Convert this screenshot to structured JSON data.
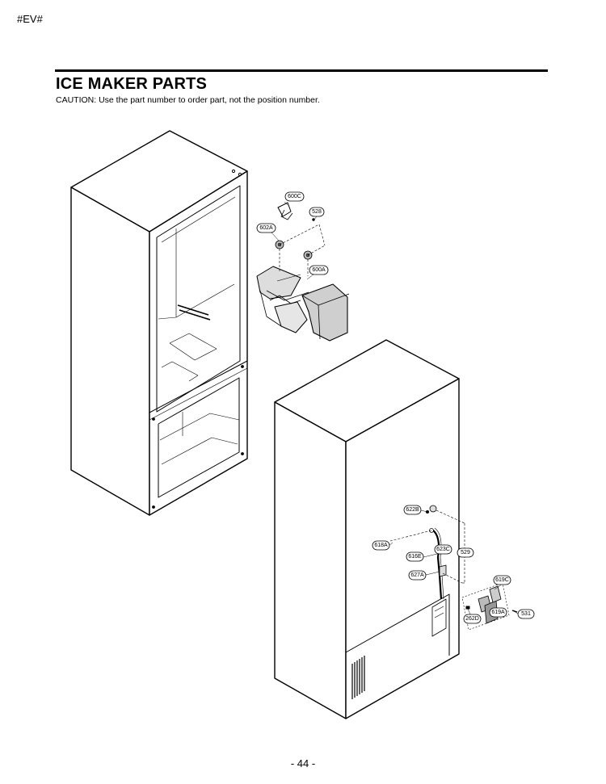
{
  "header": {
    "code": "#EV#"
  },
  "title": "ICE MAKER PARTS",
  "caution": "CAUTION: Use the part number to order part, not the position number.",
  "page_number": "- 44 -",
  "callouts": {
    "c600C": "600C",
    "c528": "528",
    "c602A": "602A",
    "c600A": "600A",
    "c622B": "622B",
    "c618A": "618A",
    "c623C": "623C",
    "c529": "529",
    "c616E": "616E",
    "c627A": "627A",
    "c619C": "619C",
    "c619A": "619A",
    "c531": "531",
    "c262D": "262D"
  }
}
